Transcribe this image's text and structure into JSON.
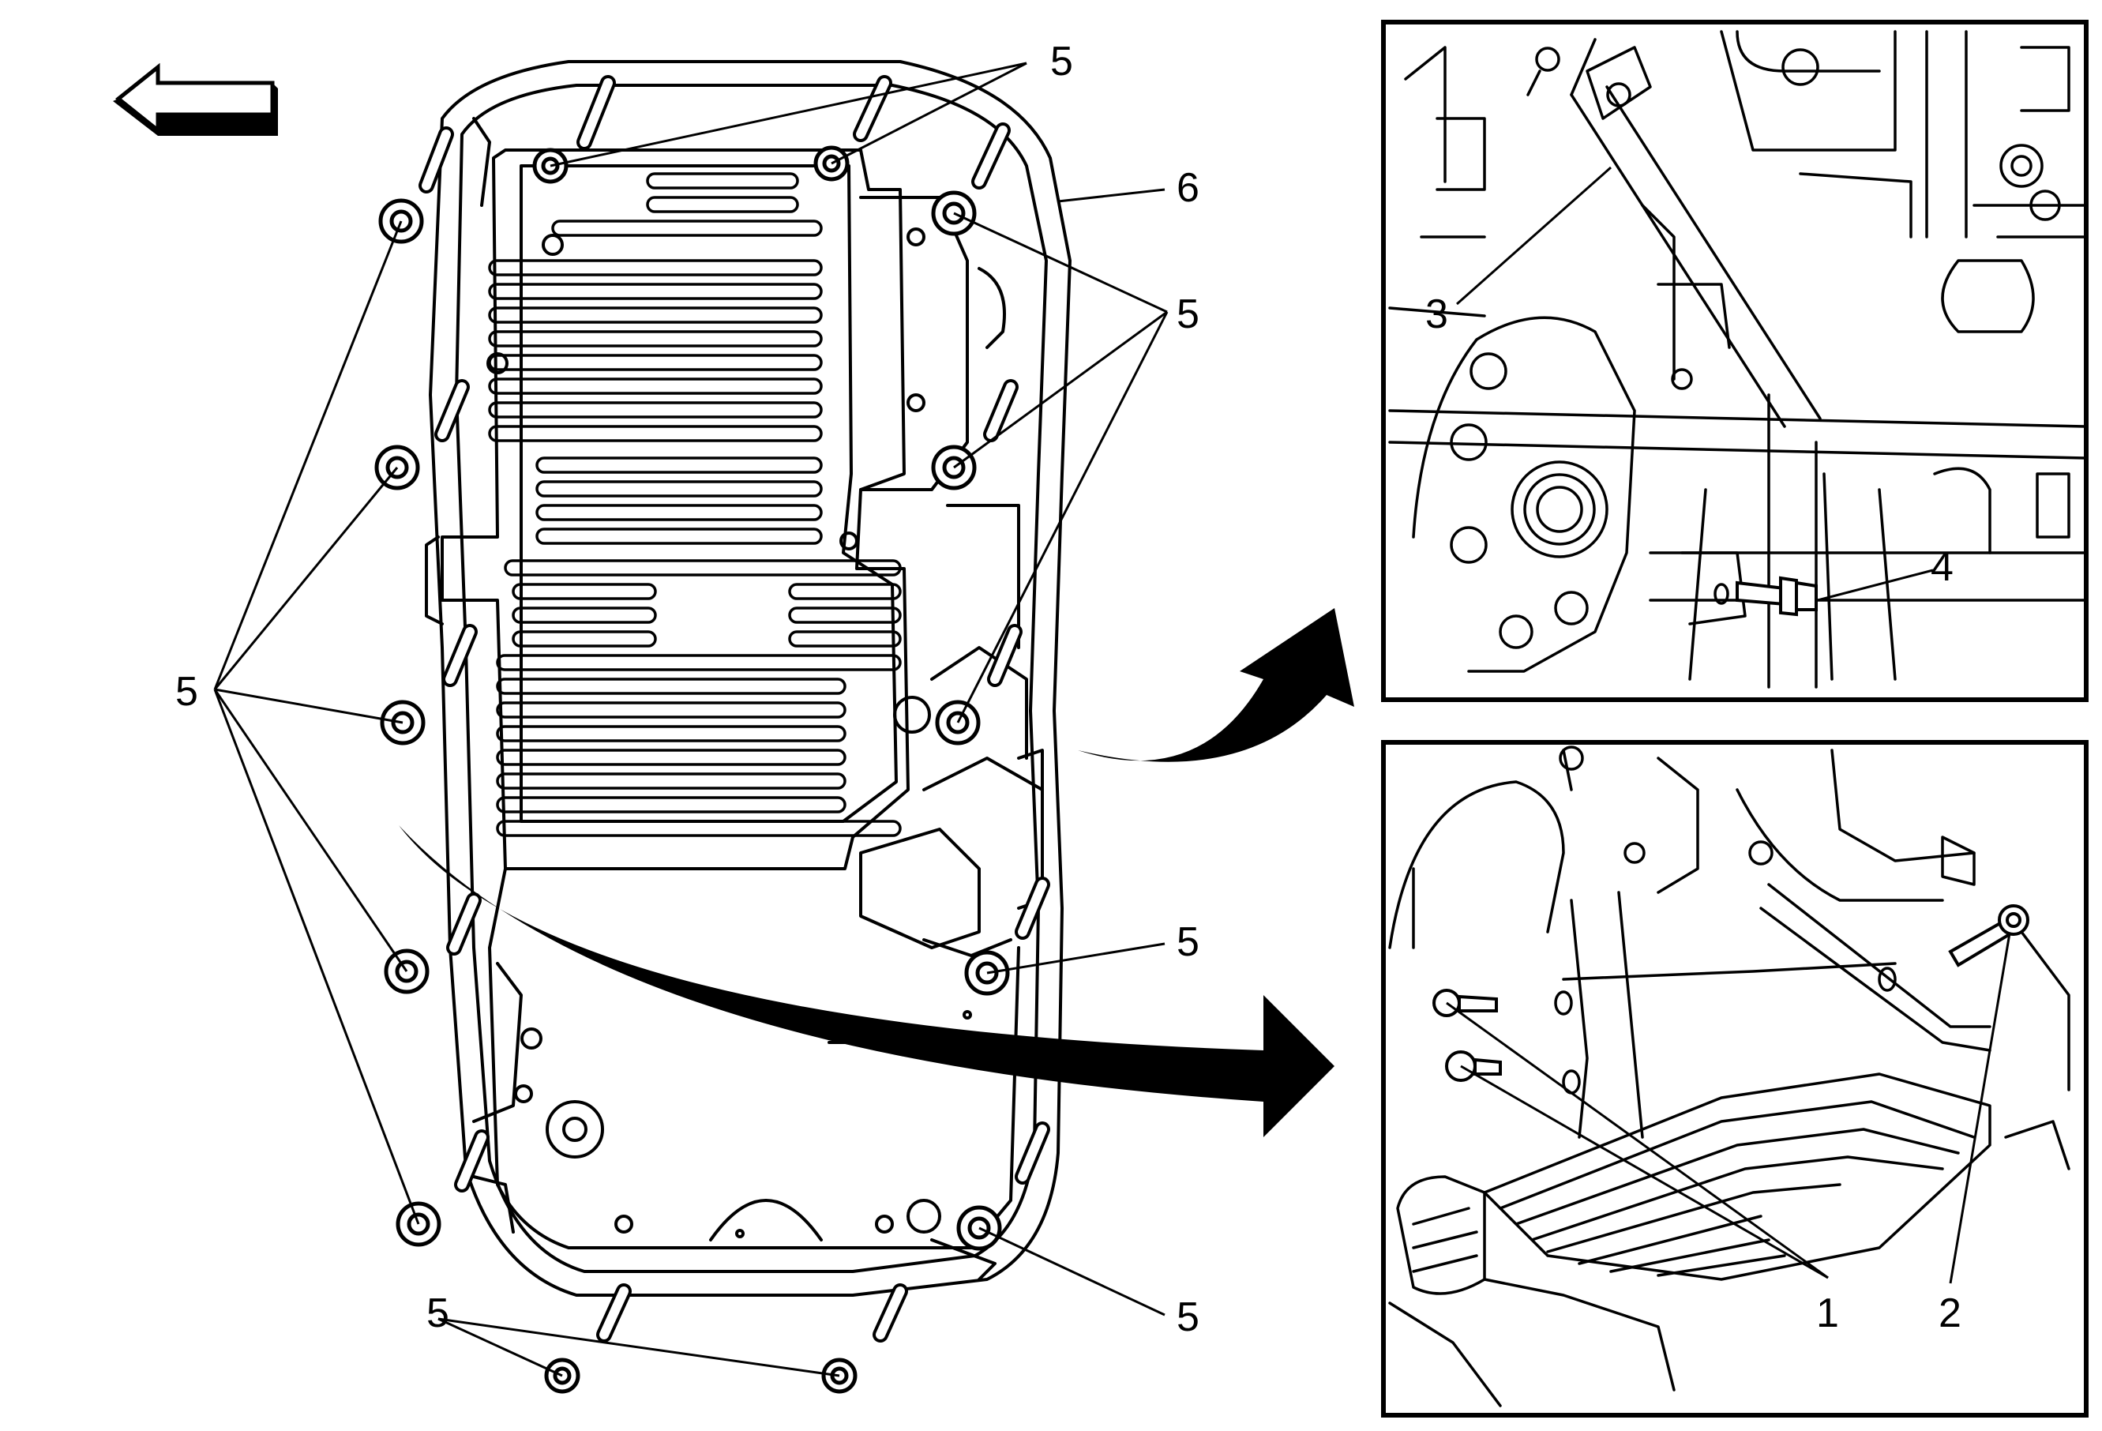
{
  "main_view": {
    "bolt_callout": "5",
    "pan_callout": "6"
  },
  "detail_upper": {
    "callouts": [
      "3",
      "4"
    ]
  },
  "detail_lower": {
    "callouts": [
      "1",
      "2"
    ]
  },
  "icons": {
    "orientation_arrow": "left-arrow-icon"
  },
  "colors": {
    "ink": "#000000",
    "paper": "#ffffff"
  }
}
